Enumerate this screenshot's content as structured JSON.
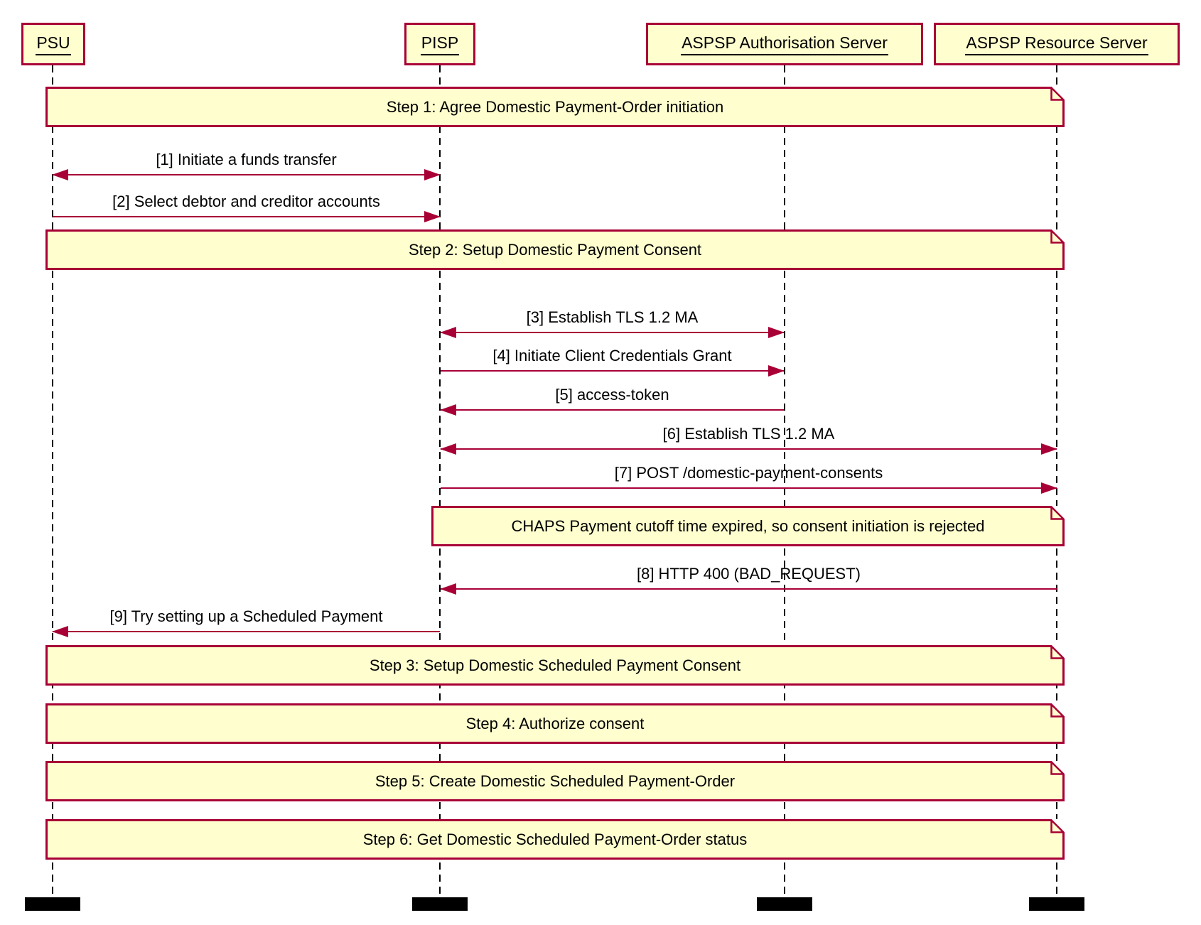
{
  "diagram_type": "uml-sequence-diagram",
  "colors": {
    "line": "#A80036",
    "note_fill": "#FEFECE",
    "text": "#000000",
    "background": "#FFFFFF",
    "lifeline": "#000000",
    "terminator": "#000000"
  },
  "participants": [
    {
      "name": "PSU"
    },
    {
      "name": "PISP"
    },
    {
      "name": "ASPSP Authorisation Server"
    },
    {
      "name": "ASPSP Resource Server"
    }
  ],
  "steps": [
    {
      "label": "Step 1: Agree Domestic Payment-Order initiation"
    },
    {
      "label": "Step 2: Setup Domestic Payment Consent"
    },
    {
      "label": "Step 3: Setup Domestic Scheduled Payment Consent"
    },
    {
      "label": "Step 4: Authorize consent"
    },
    {
      "label": "Step 5: Create Domestic Scheduled Payment-Order"
    },
    {
      "label": "Step 6: Get Domestic Scheduled Payment-Order status"
    }
  ],
  "messages": [
    {
      "label": "[1] Initiate a funds transfer",
      "from": "PSU",
      "to": "PISP",
      "direction": "both"
    },
    {
      "label": "[2] Select debtor and creditor accounts",
      "from": "PSU",
      "to": "PISP",
      "direction": "right"
    },
    {
      "label": "[3] Establish TLS 1.2 MA",
      "from": "PISP",
      "to": "ASPSP Authorisation Server",
      "direction": "both"
    },
    {
      "label": "[4] Initiate Client Credentials Grant",
      "from": "PISP",
      "to": "ASPSP Authorisation Server",
      "direction": "right"
    },
    {
      "label": "[5] access-token",
      "from": "ASPSP Authorisation Server",
      "to": "PISP",
      "direction": "left"
    },
    {
      "label": "[6] Establish TLS 1.2 MA",
      "from": "PISP",
      "to": "ASPSP Resource Server",
      "direction": "both"
    },
    {
      "label": "[7] POST /domestic-payment-consents",
      "from": "PISP",
      "to": "ASPSP Resource Server",
      "direction": "right"
    },
    {
      "label": "[8] HTTP 400 (BAD_REQUEST)",
      "from": "ASPSP Resource Server",
      "to": "PISP",
      "direction": "left"
    },
    {
      "label": "[9] Try setting up a Scheduled Payment",
      "from": "PISP",
      "to": "PSU",
      "direction": "left"
    }
  ],
  "note": {
    "text": "CHAPS Payment cutoff time expired, so consent initiation is rejected"
  }
}
